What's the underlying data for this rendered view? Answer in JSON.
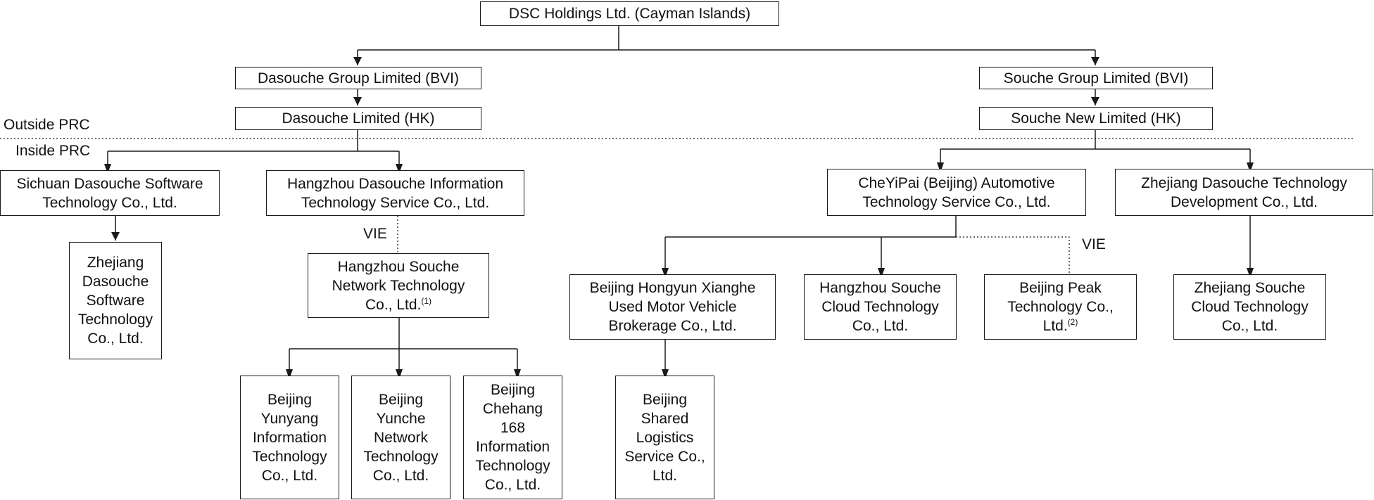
{
  "regions": {
    "outside": "Outside PRC",
    "inside": "Inside PRC"
  },
  "vie_label": "VIE",
  "entities": {
    "dsc": {
      "name": "DSC Holdings Ltd. (Cayman Islands)",
      "note": ""
    },
    "dasouche_bvi": {
      "name": "Dasouche Group Limited (BVI)",
      "note": ""
    },
    "dasouche_hk": {
      "name": "Dasouche Limited (HK)",
      "note": ""
    },
    "souche_bvi": {
      "name": "Souche Group Limited (BVI)",
      "note": ""
    },
    "souche_hk": {
      "name": "Souche New Limited (HK)",
      "note": ""
    },
    "sichuan": {
      "name": "Sichuan Dasouche Software\nTechnology Co., Ltd.",
      "note": ""
    },
    "hangzhou_info": {
      "name": "Hangzhou Dasouche Information\nTechnology Service Co., Ltd.",
      "note": ""
    },
    "cheyipai": {
      "name": "CheYiPai (Beijing) Automotive\nTechnology Service Co., Ltd.",
      "note": ""
    },
    "zhejiang_dev": {
      "name": "Zhejiang Dasouche Technology\nDevelopment Co., Ltd.",
      "note": ""
    },
    "zhejiang_soft": {
      "name": "Zhejiang\nDasouche\nSoftware\nTechnology\nCo., Ltd.",
      "note": ""
    },
    "hangzhou_network": {
      "name": "Hangzhou Souche\nNetwork Technology\nCo., Ltd.",
      "note": "(1)"
    },
    "hongyun": {
      "name": "Beijing Hongyun Xianghe\nUsed Motor Vehicle\nBrokerage Co., Ltd.",
      "note": ""
    },
    "hangzhou_cloud": {
      "name": "Hangzhou Souche\nCloud Technology\nCo., Ltd.",
      "note": ""
    },
    "peak": {
      "name": "Beijing Peak\nTechnology Co.,\nLtd.",
      "note": "(2)"
    },
    "zhejiang_cloud": {
      "name": "Zhejiang Souche\nCloud Technology\nCo., Ltd.",
      "note": ""
    },
    "yunyang": {
      "name": "Beijing\nYunyang\nInformation\nTechnology\nCo., Ltd.",
      "note": ""
    },
    "yunche": {
      "name": "Beijing\nYunche\nNetwork\nTechnology\nCo., Ltd.",
      "note": ""
    },
    "chehang": {
      "name": "Beijing\nChehang\n168\nInformation\nTechnology\nCo., Ltd.",
      "note": ""
    },
    "shared": {
      "name": "Beijing\nShared\nLogistics\nService Co.,\nLtd.",
      "note": ""
    }
  }
}
